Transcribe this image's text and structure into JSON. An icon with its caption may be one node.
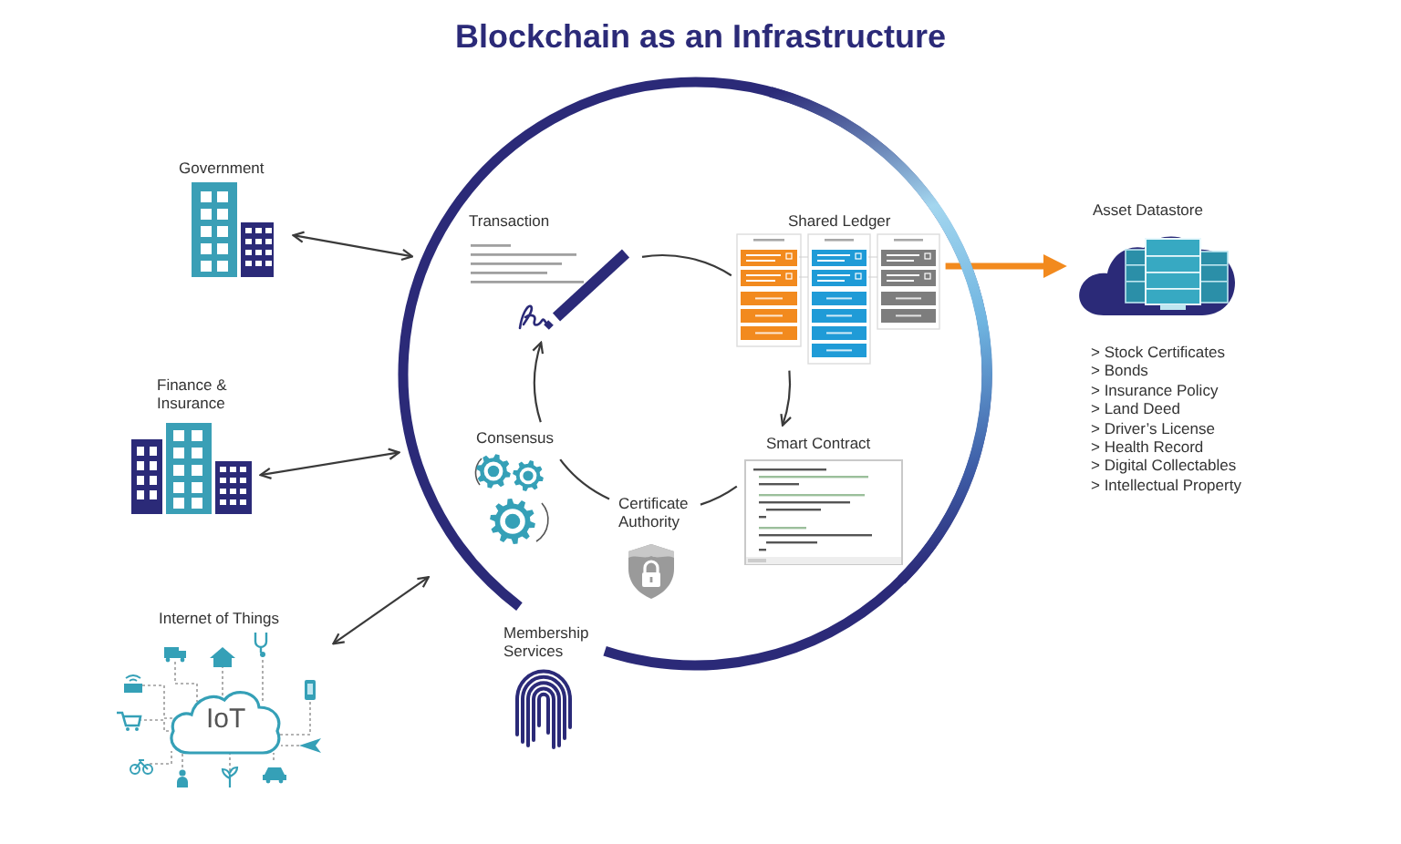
{
  "diagram": {
    "title": "Blockchain as an Infrastructure",
    "nodes": [
      {
        "text": [],
        "shape": "circle"
      },
      {
        "text": [
          "Transaction"
        ],
        "in": 0
      },
      {
        "text": [
          "Shared Ledger"
        ],
        "in": 0
      },
      {
        "text": [
          "Smart Contract"
        ],
        "in": 0
      },
      {
        "text": [
          "Certificate Authority"
        ],
        "in": 0
      },
      {
        "text": [
          "Consensus"
        ],
        "in": 0
      },
      {
        "text": [
          "Government"
        ]
      },
      {
        "text": [
          "Finance & Insurance"
        ]
      },
      {
        "text": [
          "Internet of Things",
          "IoT"
        ]
      },
      {
        "text": [
          "Membership Services"
        ]
      },
      {
        "text": [
          "Asset Datastore"
        ],
        "beside": [
          "> Stock Certificates",
          "> Bonds",
          "> Insurance Policy",
          "> Land Deed",
          "> Driver’s License",
          "> Health Record",
          "> Digital Collectables",
          "> Intellectual Property"
        ]
      }
    ],
    "edges": [
      {
        "from": 1,
        "to": 2,
        "arrow": "none"
      },
      {
        "from": 2,
        "to": 3,
        "arrow": "to"
      },
      {
        "from": 3,
        "to": 4,
        "arrow": "none"
      },
      {
        "from": 4,
        "to": 5,
        "arrow": "none"
      },
      {
        "from": 5,
        "to": 1,
        "arrow": "to"
      },
      {
        "from": 6,
        "to": 0,
        "arrow": "both"
      },
      {
        "from": 7,
        "to": 0,
        "arrow": "both"
      },
      {
        "from": 8,
        "to": 0,
        "arrow": "both"
      },
      {
        "from": 2,
        "to": 10,
        "arrow": "to",
        "style": "thick",
        "color": "#f28a1e"
      }
    ]
  }
}
